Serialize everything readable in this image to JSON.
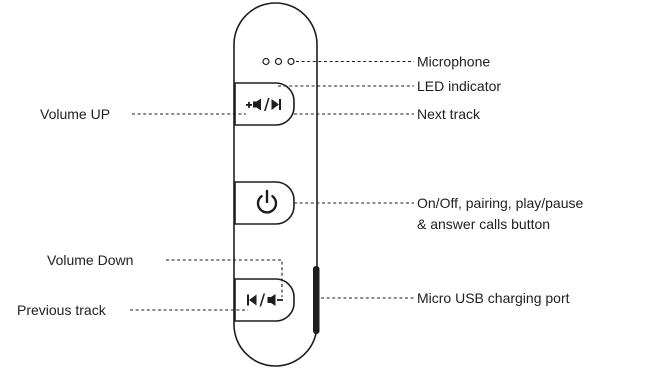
{
  "diagram": {
    "labels": {
      "microphone": "Microphone",
      "led_indicator": "LED indicator",
      "next_track": "Next track",
      "volume_up": "Volume UP",
      "power_line1": "On/Off, pairing, play/pause",
      "power_line2": "& answer calls button",
      "volume_down": "Volume Down",
      "previous_track": "Previous track",
      "usb_port": "Micro USB charging port"
    },
    "colors": {
      "ink": "#1e1e1e",
      "background": "#ffffff"
    },
    "icons": {
      "top_button": "volume-up-next-track-icon",
      "middle_button": "power-icon",
      "bottom_button": "previous-track-volume-down-icon"
    }
  }
}
